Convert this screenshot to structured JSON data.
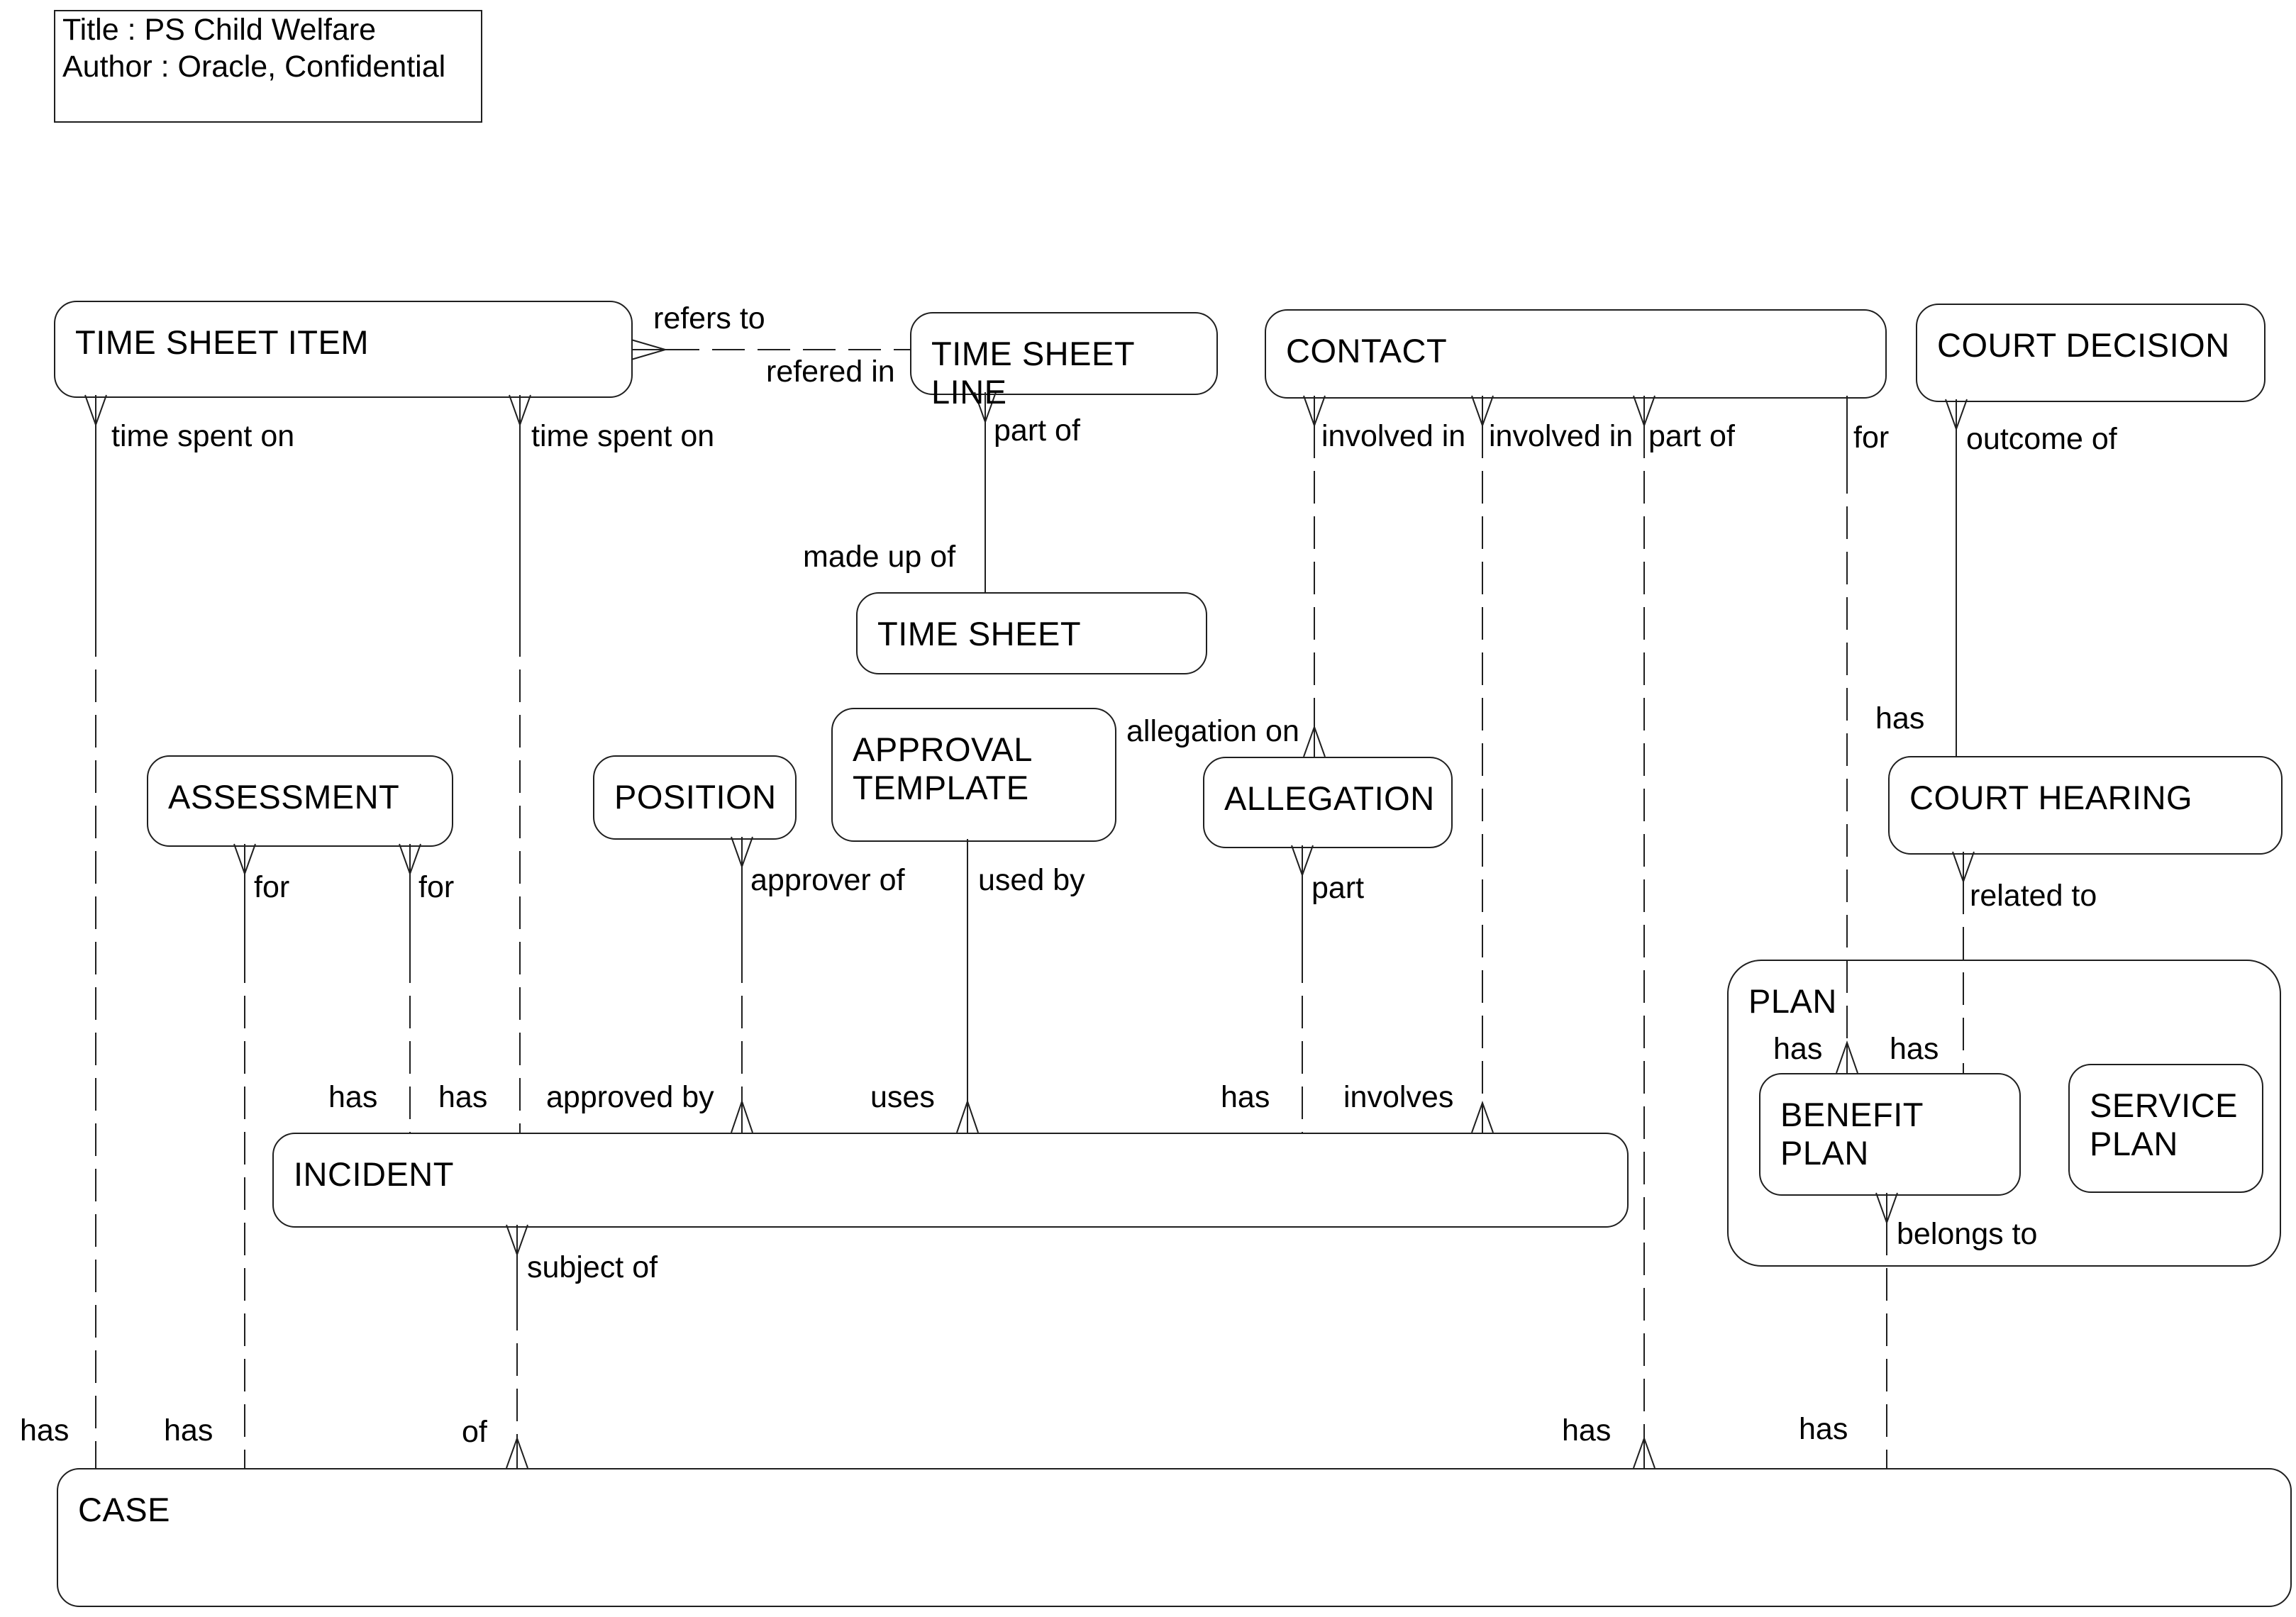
{
  "colors": {
    "background": "#ffffff",
    "line": "#1f1f1f",
    "text": "#000000"
  },
  "title_block": {
    "line1": "Title : PS Child Welfare",
    "line2": "Author : Oracle, Confidential"
  },
  "entities": {
    "time_sheet_item": "TIME SHEET ITEM",
    "time_sheet_line": "TIME SHEET LINE",
    "contact": "CONTACT",
    "court_decision": "COURT DECISION",
    "time_sheet": "TIME SHEET",
    "assessment": "ASSESSMENT",
    "position": "POSITION",
    "approval_template": "APPROVAL TEMPLATE",
    "allegation": "ALLEGATION",
    "court_hearing": "COURT HEARING",
    "plan": "PLAN",
    "benefit_plan": "BENEFIT PLAN",
    "service_plan": "SERVICE PLAN",
    "incident": "INCIDENT",
    "case": "CASE"
  },
  "plan_subtypes": [
    "BENEFIT PLAN",
    "SERVICE PLAN"
  ],
  "labels": {
    "refers_to": "refers to",
    "refered_in": "refered in",
    "time_spent_on_1": "time spent on",
    "time_spent_on_2": "time spent on",
    "part_of_ts": "part of",
    "involved_in_1": "involved in",
    "involved_in_2": "involved in",
    "part_of_case": "part of",
    "for_contact": "for",
    "outcome_of": "outcome of",
    "made_up_of": "made up of",
    "allegation_on": "allegation on",
    "has_court_hearing": "has",
    "for_assessment_1": "for",
    "for_assessment_2": "for",
    "approver_of": "approver of",
    "used_by": "used by",
    "part_allegation": "part",
    "related_to": "related to",
    "has_plan_1": "has",
    "has_plan_2": "has",
    "has_incident_1": "has",
    "has_incident_2": "has",
    "approved_by": "approved by",
    "uses": "uses",
    "has_incident_3": "has",
    "involves": "involves",
    "subject_of": "subject of",
    "belongs_to": "belongs to",
    "has_case_1": "has",
    "has_case_2": "has",
    "of_case": "of",
    "has_case_3": "has",
    "has_case_4": "has"
  },
  "relationships": [
    {
      "from": "TIME SHEET ITEM",
      "from_label": "refers to",
      "to": "TIME SHEET LINE",
      "to_label": "refered in"
    },
    {
      "from": "TIME SHEET ITEM",
      "from_label": "time spent on",
      "to": "CASE",
      "to_label": "has"
    },
    {
      "from": "TIME SHEET ITEM",
      "from_label": "time spent on",
      "to": "INCIDENT",
      "to_label": "has"
    },
    {
      "from": "TIME SHEET LINE",
      "from_label": "part of",
      "to": "TIME SHEET",
      "to_label": "made up of"
    },
    {
      "from": "CONTACT",
      "from_label": "involved in",
      "to": "ALLEGATION",
      "to_label": "allegation on"
    },
    {
      "from": "CONTACT",
      "from_label": "involved in",
      "to": "INCIDENT",
      "to_label": "involves"
    },
    {
      "from": "CONTACT",
      "from_label": "part of",
      "to": "CASE",
      "to_label": "has"
    },
    {
      "from": "CONTACT",
      "from_label": "for",
      "to": "BENEFIT PLAN",
      "to_label": "has"
    },
    {
      "from": "COURT DECISION",
      "from_label": "outcome of",
      "to": "COURT HEARING",
      "to_label": "has"
    },
    {
      "from": "COURT HEARING",
      "from_label": "related to",
      "to": "BENEFIT PLAN",
      "to_label": "has"
    },
    {
      "from": "ASSESSMENT",
      "from_label": "for",
      "to": "CASE",
      "to_label": "has"
    },
    {
      "from": "ASSESSMENT",
      "from_label": "for",
      "to": "INCIDENT",
      "to_label": "has"
    },
    {
      "from": "POSITION",
      "from_label": "approver of",
      "to": "INCIDENT",
      "to_label": "approved by"
    },
    {
      "from": "APPROVAL TEMPLATE",
      "from_label": "used by",
      "to": "INCIDENT",
      "to_label": "uses"
    },
    {
      "from": "ALLEGATION",
      "from_label": "part",
      "to": "INCIDENT",
      "to_label": "has"
    },
    {
      "from": "INCIDENT",
      "from_label": "subject of",
      "to": "CASE",
      "to_label": "of"
    },
    {
      "from": "BENEFIT PLAN",
      "from_label": "belongs to",
      "to": "CASE",
      "to_label": "has"
    }
  ]
}
